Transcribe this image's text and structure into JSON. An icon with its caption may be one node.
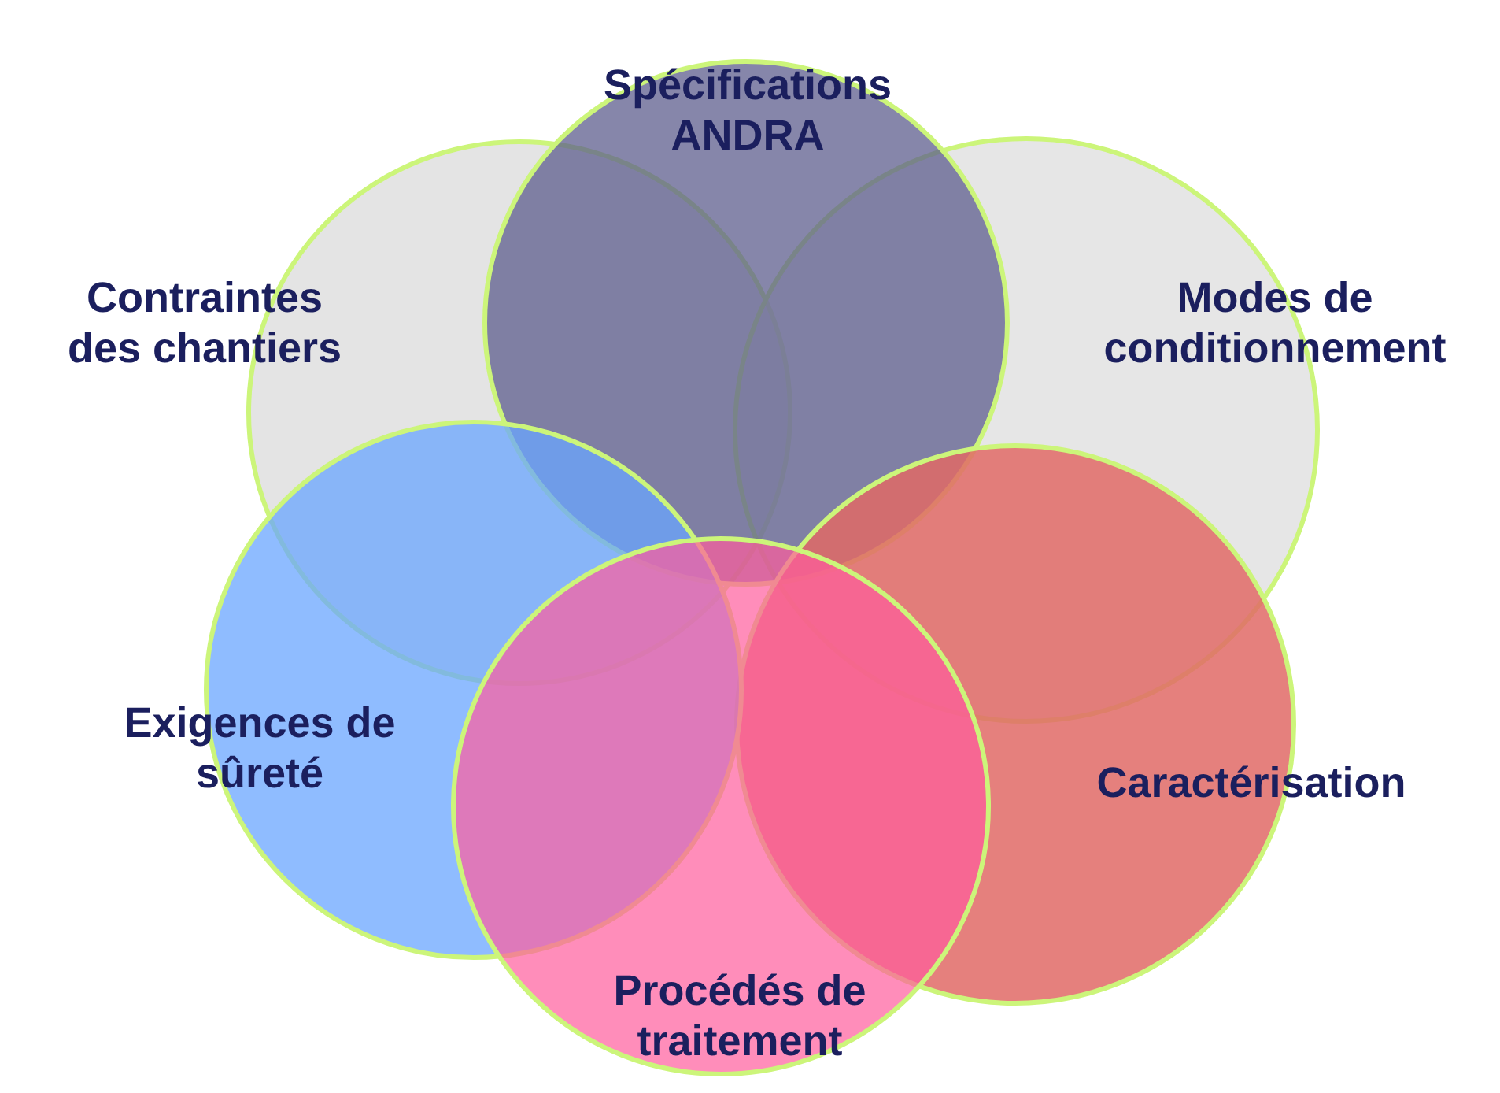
{
  "diagram": {
    "nodes": [
      {
        "text": [
          "Spécifications ANDRA"
        ]
      },
      {
        "text": [
          "Contraintes des chantiers"
        ]
      },
      {
        "text": [
          "Modes de conditionnement"
        ]
      },
      {
        "text": [
          "Exigences de sûreté"
        ]
      },
      {
        "text": [
          "Caractérisation"
        ]
      },
      {
        "text": [
          "Procédés de traitement"
        ]
      }
    ]
  }
}
